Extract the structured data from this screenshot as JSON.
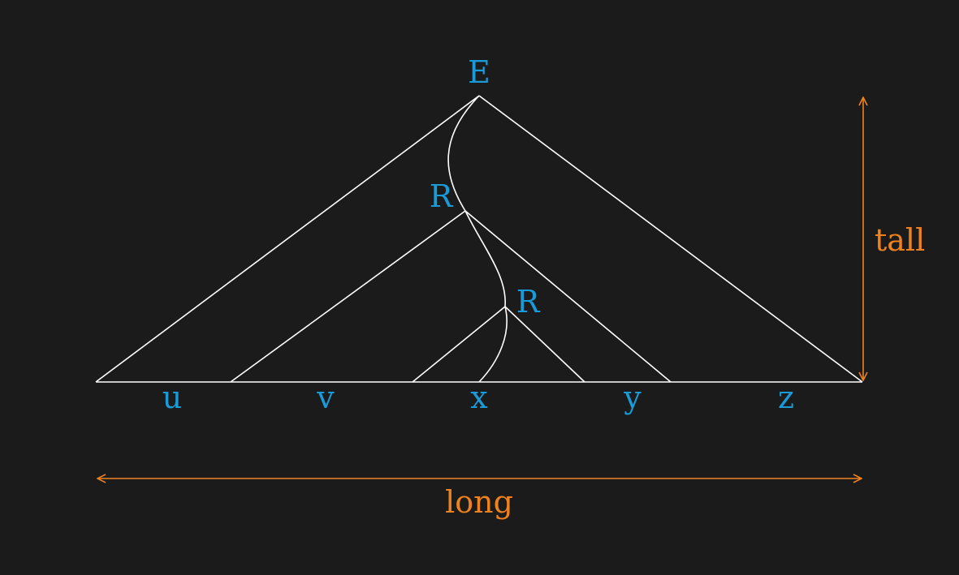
{
  "colors": {
    "background": "#1b1b1b",
    "lines": "#ffffff",
    "node_labels": "#1a9ad6",
    "dimension": "#f0821e"
  },
  "nodes": {
    "root": "E",
    "inner_1": "R",
    "inner_2": "R"
  },
  "segments": [
    "u",
    "v",
    "x",
    "y",
    "z"
  ],
  "dimensions": {
    "height": "tall",
    "width": "long"
  }
}
